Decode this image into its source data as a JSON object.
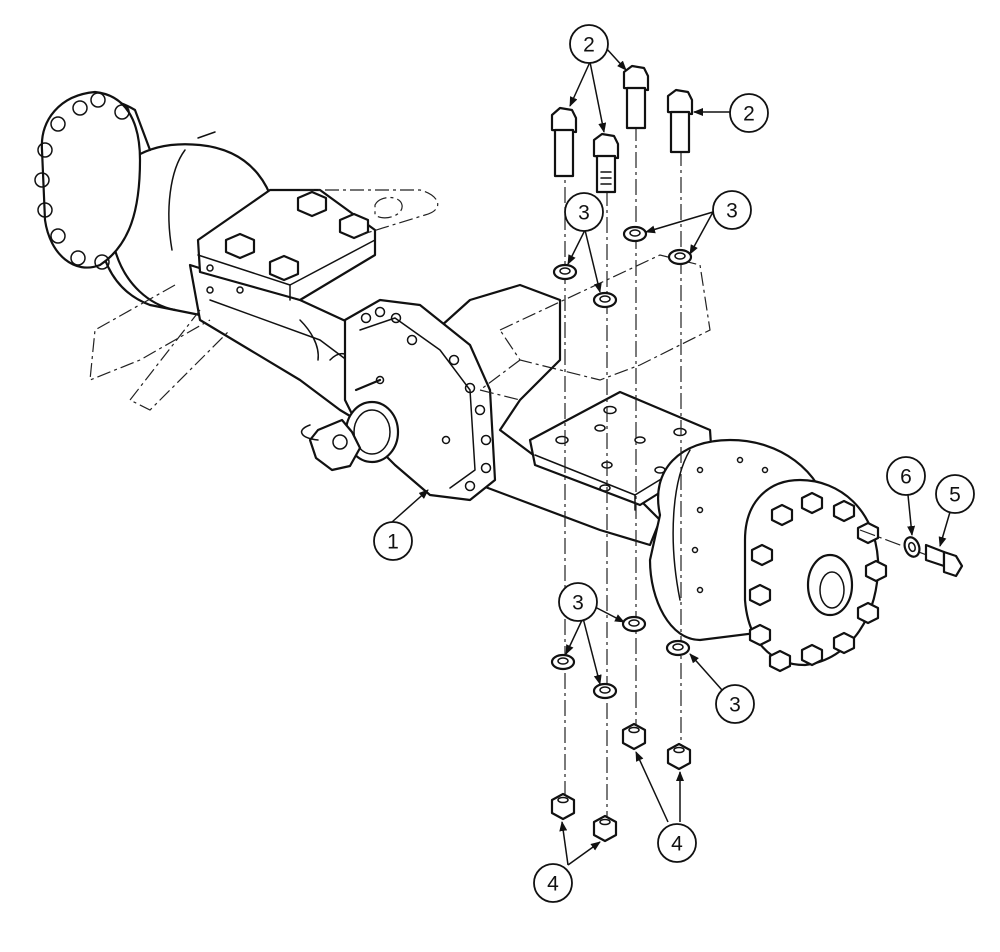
{
  "callouts": {
    "c1": "1",
    "c2": "2",
    "c3": "3",
    "c4": "4",
    "c5": "5",
    "c6": "6"
  },
  "parts": {
    "p1": "axle-housing",
    "p2": "bolt",
    "p3": "washer",
    "p4": "nut",
    "p5": "bolt",
    "p6": "washer"
  },
  "style": {
    "line_color": "#111111",
    "background": "#ffffff"
  }
}
